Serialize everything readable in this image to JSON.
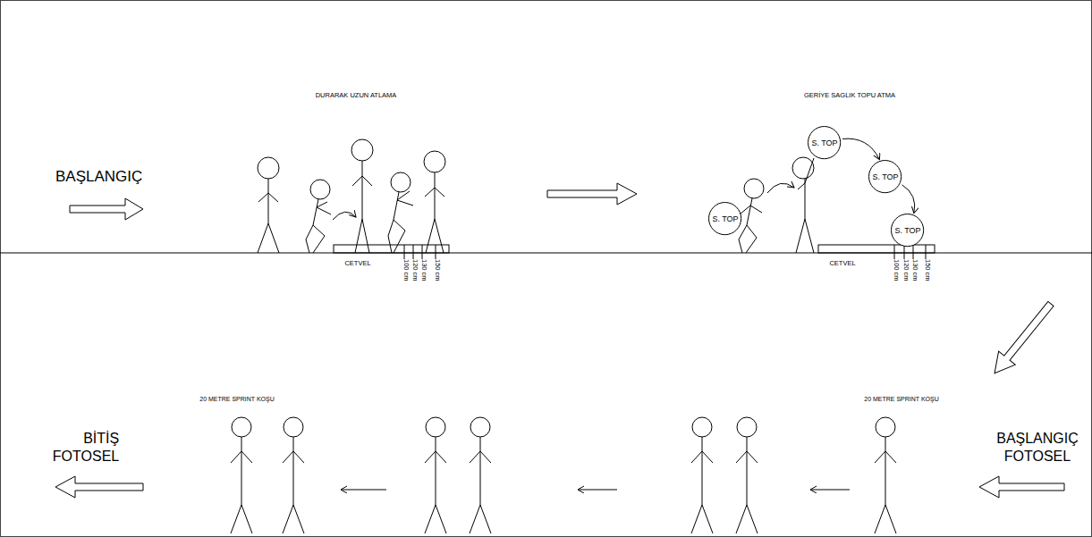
{
  "diagram": {
    "nodes": [
      {
        "text": [
          "S. TOP"
        ]
      },
      {
        "text": [
          "S. TOP"
        ]
      },
      {
        "text": [
          "S. TOP"
        ]
      },
      {
        "text": [
          "S. TOP"
        ]
      }
    ],
    "edges": [
      {
        "from": 1,
        "to": 2,
        "arrow": "to"
      },
      {
        "from": 2,
        "to": 3,
        "arrow": "to"
      }
    ],
    "labels": [
      "BAŞLANGIÇ",
      "DURARAK UZUN ATLAMA",
      "CETVEL",
      "100 cm",
      "120 cm",
      "130 cm",
      "150 cm",
      "GERİYE SAGLIK TOPU ATMA",
      "CETVEL",
      "100 cm",
      "120 cm",
      "130 cm",
      "150 cm",
      "20 METRE SPRINT KOŞU",
      "20 METRE SPRINT KOŞU",
      "BİTİŞ FOTOSEL",
      "BAŞLANGIÇ FOTOSEL"
    ]
  }
}
